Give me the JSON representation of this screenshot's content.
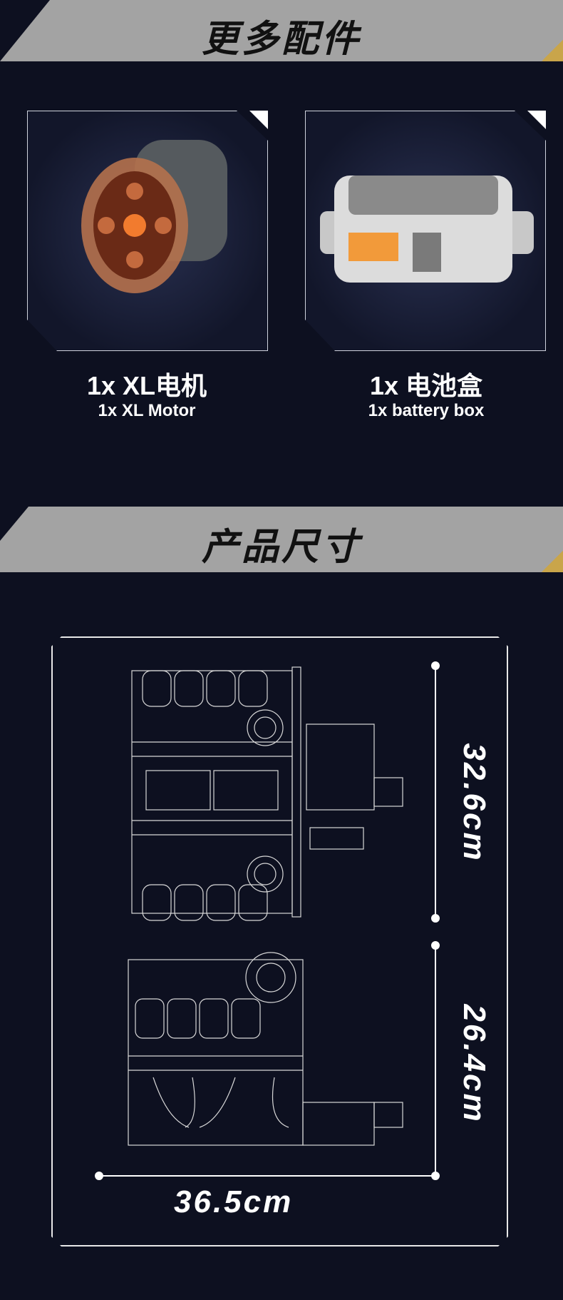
{
  "sections": [
    {
      "title": "更多配件"
    },
    {
      "title": "产品尺寸"
    }
  ],
  "accessories": [
    {
      "title": "1x XL电机",
      "subtitle": "1x XL Motor",
      "icon": "xl-motor-image"
    },
    {
      "title": "1x 电池盒",
      "subtitle": "1x  battery box",
      "icon": "battery-box-image"
    }
  ],
  "dimensions": {
    "height_top": "32.6cm",
    "height_side": "26.4cm",
    "width": "36.5cm"
  }
}
